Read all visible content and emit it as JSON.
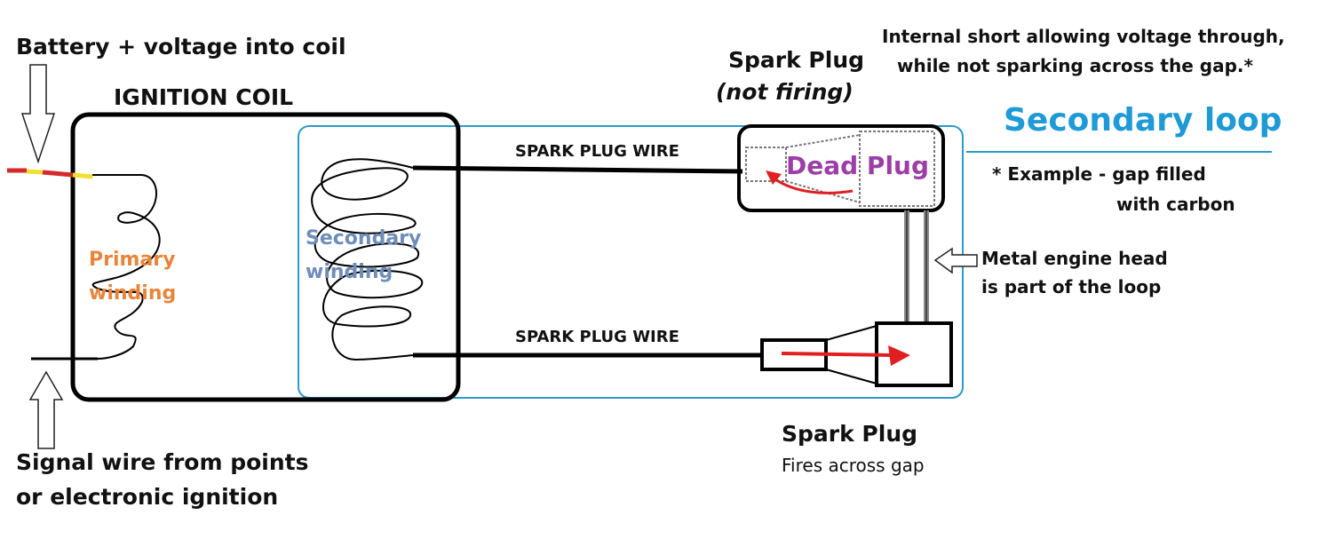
{
  "labels": {
    "battery": "Battery + voltage into coil",
    "ignition_coil": "IGNITION COIL",
    "primary_line1": "Primary",
    "primary_line2": "winding",
    "secondary_line1": "Secondary",
    "secondary_line2": "winding",
    "wire_top": "SPARK PLUG WIRE",
    "wire_bottom": "SPARK PLUG WIRE",
    "plug_top_title": "Spark Plug",
    "plug_top_status": "(not firing)",
    "dead_plug": "Dead Plug",
    "internal_short_line1": "Internal short allowing voltage through,",
    "internal_short_line2": "while not sparking across the gap.*",
    "secondary_loop": "Secondary loop",
    "example_line1": "*  Example - gap filled",
    "example_line2": "with carbon",
    "metal_head_line1": "Metal engine head",
    "metal_head_line2": "is part of the loop",
    "plug_bottom_title": "Spark Plug",
    "plug_bottom_status": "Fires across gap",
    "signal_line1": "Signal wire from points",
    "signal_line2": "or electronic ignition"
  },
  "colors": {
    "primary_label": "#e8853a",
    "secondary_label": "#6f8db8",
    "dead_plug_label": "#9b3fa6",
    "secondary_loop_title": "#1e9ad6",
    "loop_outline": "#2a9bc9",
    "current_arrow": "#e02020",
    "battery_wire_red": "#d42a2a",
    "battery_wire_yellow": "#f0e030",
    "engine_head": "#8a8a8a"
  }
}
